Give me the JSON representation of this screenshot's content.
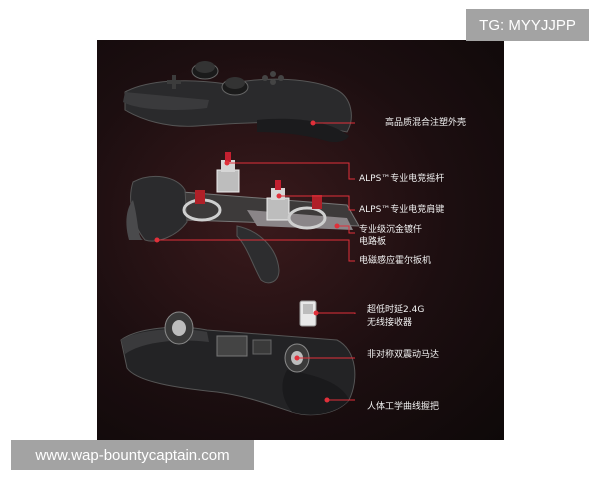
{
  "watermarks": {
    "telegram": "TG: MYYJJPP",
    "site": "www.wap-bountycaptain.com"
  },
  "feature_labels": [
    {
      "id": "shell",
      "text": "高品质混合注塑外壳"
    },
    {
      "id": "joystick",
      "text": "ALPS™专业电竞摇杆"
    },
    {
      "id": "shoulder",
      "text": "ALPS™专业电竞肩键"
    },
    {
      "id": "pcb_line1",
      "text": "专业级沉金镀仟"
    },
    {
      "id": "pcb_line2",
      "text": "电路板"
    },
    {
      "id": "trigger",
      "text": "电磁感应霍尔扳机"
    },
    {
      "id": "receiver_line1",
      "text": "超低时延2.4G"
    },
    {
      "id": "receiver_line2",
      "text": "无线接收器"
    },
    {
      "id": "motor",
      "text": "非对称双震动马达"
    },
    {
      "id": "grip",
      "text": "人体工学曲线握把"
    }
  ],
  "colors": {
    "panel_bg": "#1c0e10",
    "leader_line": "#e0303a",
    "badge_bg": "#a3a3a3"
  }
}
